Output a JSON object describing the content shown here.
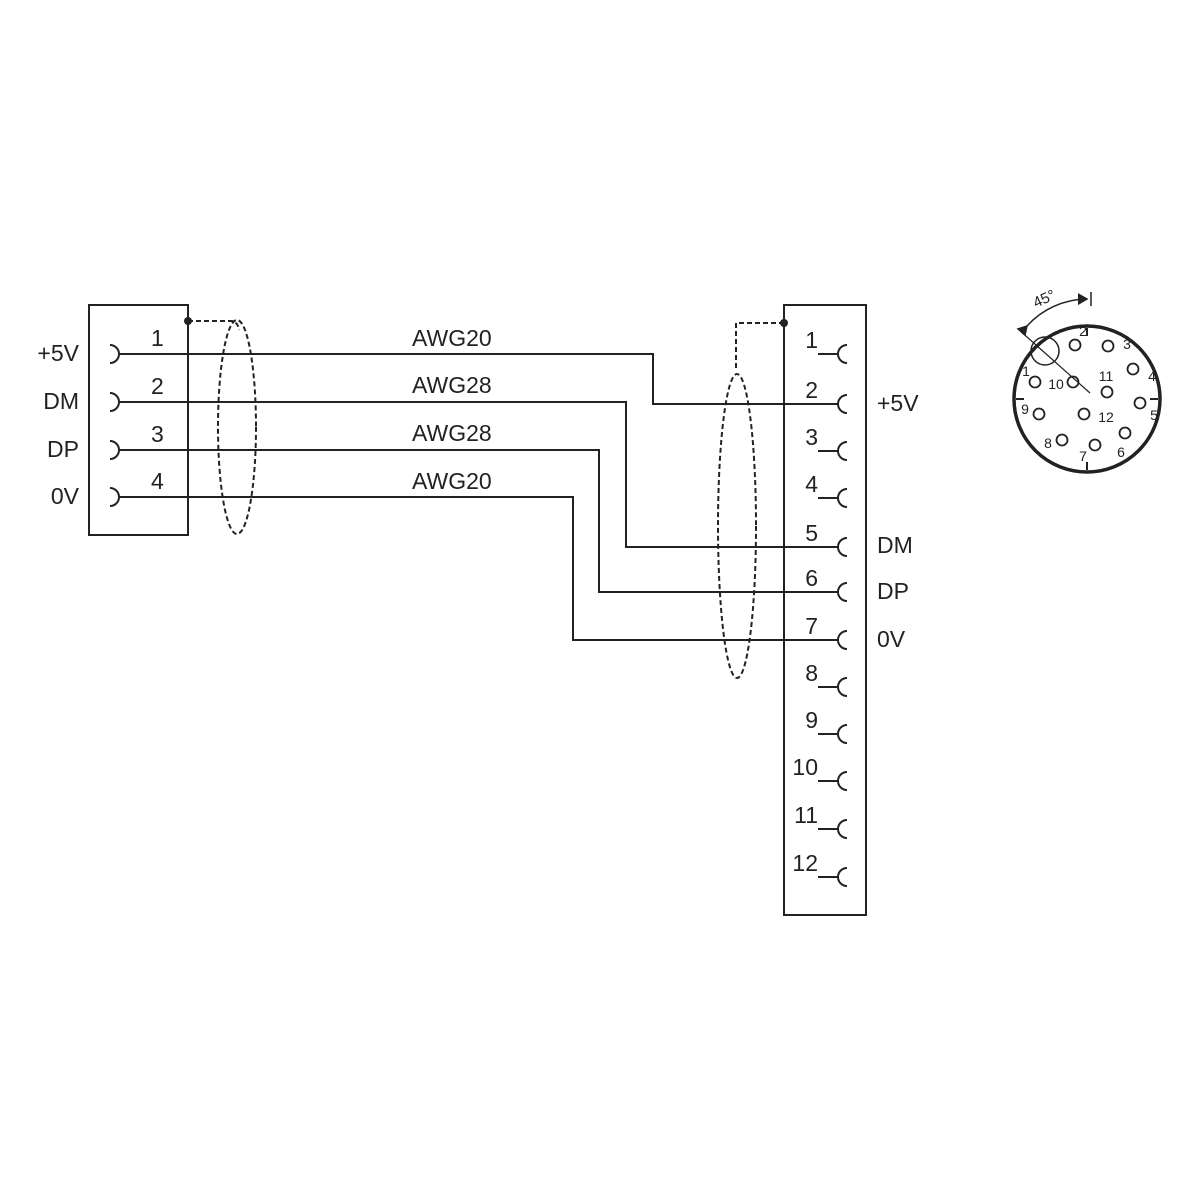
{
  "left_connector": {
    "pins": [
      {
        "number": "1",
        "signal": "+5V"
      },
      {
        "number": "2",
        "signal": "DM"
      },
      {
        "number": "3",
        "signal": "DP"
      },
      {
        "number": "4",
        "signal": "0V"
      }
    ]
  },
  "wires": [
    {
      "gauge": "AWG20",
      "from_pin": "1",
      "to_pin": "2"
    },
    {
      "gauge": "AWG28",
      "from_pin": "2",
      "to_pin": "5"
    },
    {
      "gauge": "AWG28",
      "from_pin": "3",
      "to_pin": "6"
    },
    {
      "gauge": "AWG20",
      "from_pin": "4",
      "to_pin": "7"
    }
  ],
  "right_connector": {
    "pins": [
      {
        "number": "1",
        "signal": ""
      },
      {
        "number": "2",
        "signal": "+5V"
      },
      {
        "number": "3",
        "signal": ""
      },
      {
        "number": "4",
        "signal": ""
      },
      {
        "number": "5",
        "signal": "DM"
      },
      {
        "number": "6",
        "signal": "DP"
      },
      {
        "number": "7",
        "signal": "0V"
      },
      {
        "number": "8",
        "signal": ""
      },
      {
        "number": "9",
        "signal": ""
      },
      {
        "number": "10",
        "signal": ""
      },
      {
        "number": "11",
        "signal": ""
      },
      {
        "number": "12",
        "signal": ""
      }
    ]
  },
  "face_view": {
    "angle_label": "45°",
    "pin_labels": [
      "1",
      "2",
      "3",
      "4",
      "5",
      "6",
      "7",
      "8",
      "9",
      "10",
      "11",
      "12"
    ]
  },
  "colors": {
    "line": "#222222",
    "background": "#ffffff"
  }
}
